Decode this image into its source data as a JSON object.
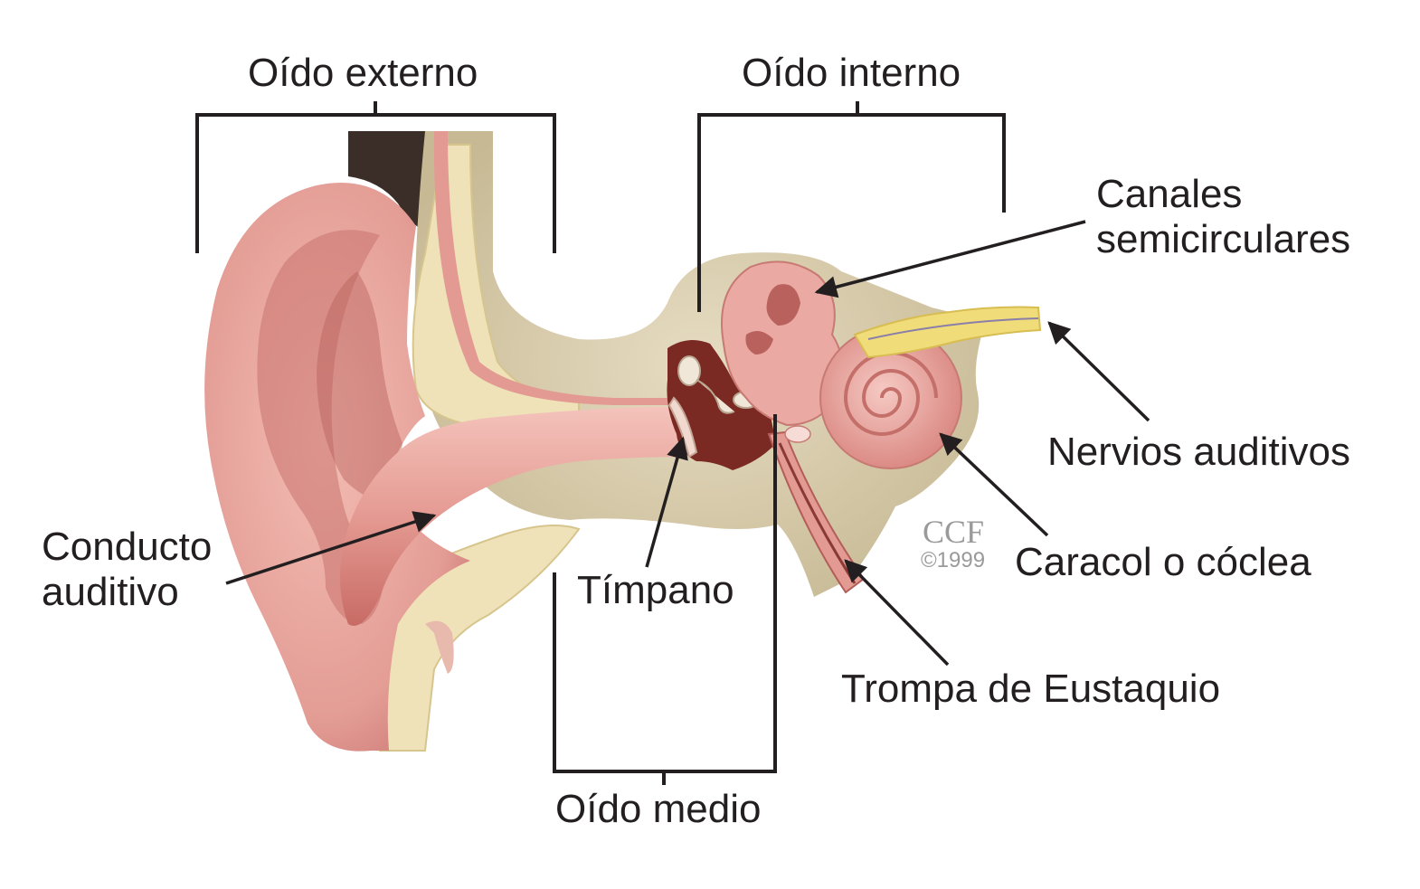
{
  "labels": {
    "outer_ear": "Oído externo",
    "inner_ear": "Oído interno",
    "middle_ear": "Oído medio",
    "semicircular_line1": "Canales",
    "semicircular_line2": "semicirculares",
    "auditory_nerves": "Nervios auditivos",
    "cochlea": "Caracol o cóclea",
    "eustachian_tube": "Trompa de Eustaquio",
    "eardrum": "Tímpano",
    "ear_canal_line1": "Conducto",
    "ear_canal_line2": "auditivo"
  },
  "credit": {
    "mark": "CCF",
    "year": "©1999"
  },
  "colors": {
    "skin": "#e8a39b",
    "skin_dark": "#c96b66",
    "skin_light": "#f6cdc6",
    "bone": "#d9cfb4",
    "bone_dark": "#bcae8a",
    "fat": "#efe2b8",
    "cavity": "#7a2a22",
    "nerve": "#f1dc7a",
    "hair": "#3b2e28",
    "line": "#231f20"
  }
}
